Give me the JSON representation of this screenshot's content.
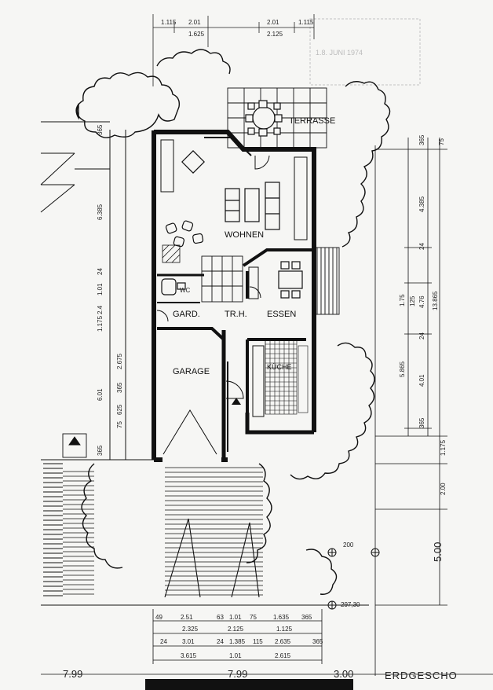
{
  "rooms": {
    "terrasse": "TERRASSE",
    "wohnen": "WOHNEN",
    "gard": "GARD.",
    "trh": "TR.H.",
    "essen": "ESSEN",
    "garage": "GARAGE",
    "kueche": "KÜCHE",
    "wc": "WC"
  },
  "stamp": "1.8. JUNI 1974",
  "top_dims": {
    "a": "1.115",
    "b": "2.01",
    "c": "1.625",
    "d": "2.01",
    "e": "2.125",
    "f": "1.115"
  },
  "left_dims": {
    "a": "365",
    "b": "6.385",
    "c": "24",
    "d": "1.01",
    "e": "2.4",
    "f": "1.175",
    "g": "2.675",
    "h": "6.01",
    "i": "365",
    "j": "75",
    "k": "625",
    "l": "365"
  },
  "right_dims": {
    "a": "365",
    "b": "75",
    "c": "4.385",
    "d": "24",
    "e": "1.75",
    "f": "125",
    "g": "4.76",
    "h": "13.865",
    "i": "24",
    "j": "5.865",
    "k": "4.01",
    "l": "365",
    "m": "1.175",
    "n": "2.00",
    "o": "5.00"
  },
  "bottom_dims": {
    "row1": [
      "49",
      "2.51",
      "63",
      "1.01",
      "75",
      "1.635",
      "365"
    ],
    "row2": [
      "2.325",
      "2.125",
      "1.125"
    ],
    "row3": [
      "24",
      "3.01",
      "24",
      "1.385",
      "115",
      "2.635",
      "365"
    ],
    "row4": [
      "3.615",
      "1.01",
      "2.615"
    ]
  },
  "level_top": "200",
  "level_bottom": "297,30",
  "footer": {
    "left": "7.99",
    "mid": "7.99",
    "right": "3.00",
    "title": "ERDGESCHO"
  }
}
